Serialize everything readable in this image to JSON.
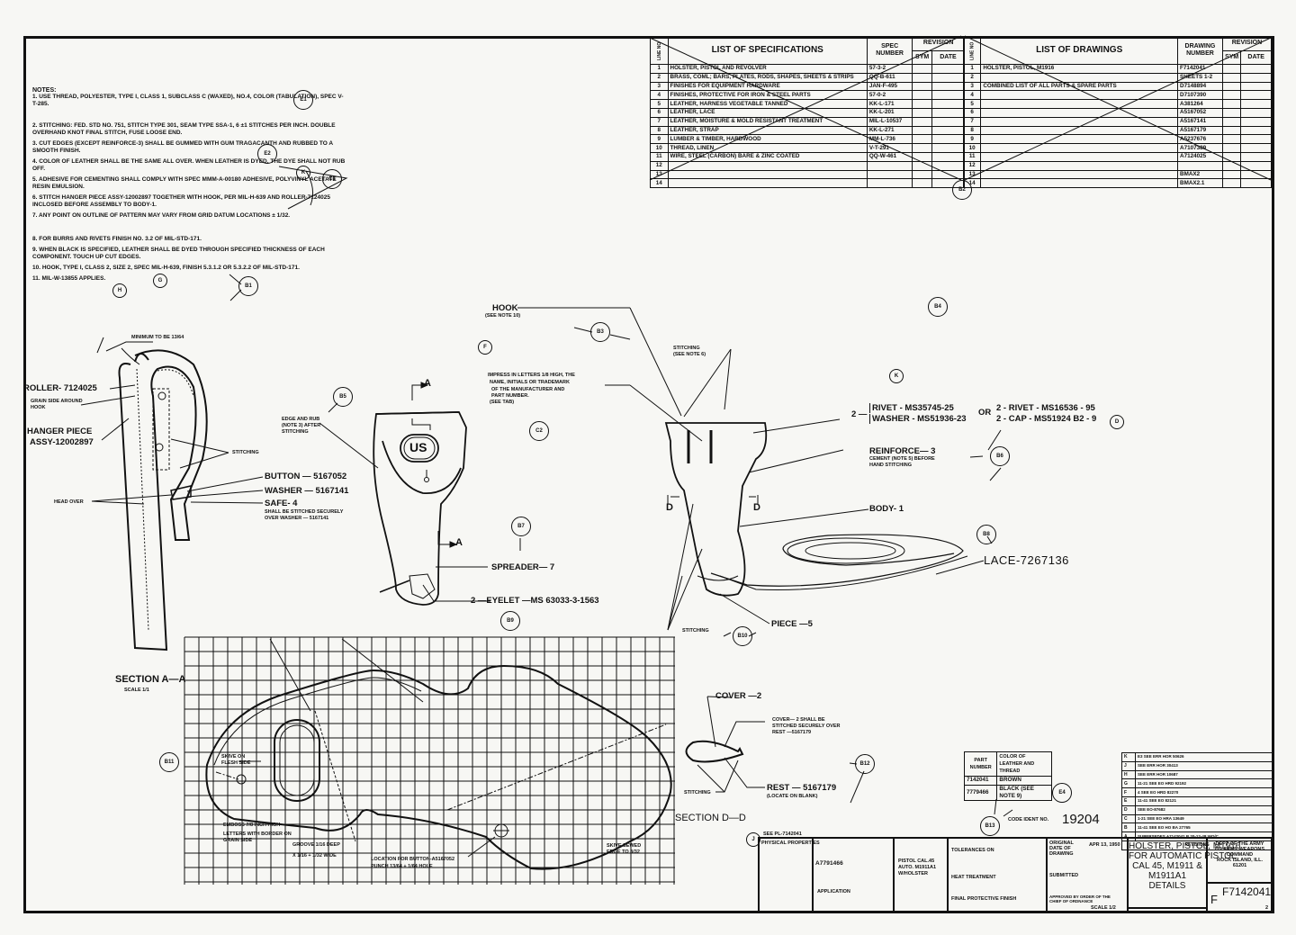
{
  "notes": {
    "heading": "NOTES:",
    "items": [
      {
        "num": "1.",
        "text": "USE THREAD, POLYESTER, TYPE I, CLASS 1, SUBCLASS C (WAXED), NO.4, COLOR (TABULATION), SPEC V-T-285."
      },
      {
        "num": "2.",
        "text": "STITCHING: FED. STD NO. 751, STITCH TYPE 301, SEAM TYPE SSa-1, 6 ±1 STITCHES PER INCH. DOUBLE OVERHAND KNOT FINAL STITCH, FUSE LOOSE END."
      },
      {
        "num": "3.",
        "text": "CUT EDGES (EXCEPT REINFORCE-3) SHALL BE GUMMED WITH GUM TRAGACANTH AND RUBBED TO A SMOOTH FINISH."
      },
      {
        "num": "4.",
        "text": "COLOR OF LEATHER SHALL BE THE SAME ALL OVER. WHEN LEATHER IS DYED, THE DYE SHALL NOT RUB OFF."
      },
      {
        "num": "5.",
        "text": "ADHESIVE FOR CEMENTING SHALL COMPLY WITH SPEC MMM-A-00180 ADHESIVE, POLYVINYL ACETATE RESIN EMULSION."
      },
      {
        "num": "6.",
        "text": "STITCH HANGER PIECE ASSY-12002897 TOGETHER WITH HOOK, PER MIL-H-639 AND ROLLER-7124025 INCLOSED BEFORE ASSEMBLY TO BODY-1."
      },
      {
        "num": "7.",
        "text": "ANY POINT ON OUTLINE OF PATTERN MAY VARY FROM GRID DATUM LOCATIONS ± 1/32."
      },
      {
        "num": "8.",
        "text": "FOR BURRS AND RIVETS FINISH NO. 3.2 OF MIL-STD-171."
      },
      {
        "num": "9.",
        "text": "WHEN BLACK IS SPECIFIED, LEATHER SHALL BE DYED THROUGH SPECIFIED THICKNESS OF EACH COMPONENT. TOUCH UP CUT EDGES."
      },
      {
        "num": "10.",
        "text": "HOOK, TYPE I, CLASS 2, SIZE 2, SPEC MIL-H-639, FINISH 5.3.1.2 OR 5.3.2.2 OF MIL-STD-171."
      },
      {
        "num": "11.",
        "text": "MIL-W-13855 APPLIES."
      }
    ]
  },
  "specifications": {
    "title": "LIST OF SPECIFICATIONS",
    "line_header": "LINE NO",
    "number_header": "SPEC NUMBER",
    "revision_header": "REVISION",
    "sym_header": "SYM",
    "date_header": "DATE",
    "rows": [
      {
        "line": "1",
        "name": "HOLSTER, PISTOL AND REVOLVER",
        "number": "57-3-2"
      },
      {
        "line": "2",
        "name": "BRASS, COML; BARS, PLATES, RODS, SHAPES, SHEETS & STRIPS",
        "number": "QQ-B-611"
      },
      {
        "line": "3",
        "name": "FINISHES FOR EQUIPMENT HARDWARE",
        "number": "JAN-F-495"
      },
      {
        "line": "4",
        "name": "FINISHES, PROTECTIVE FOR IRON & STEEL PARTS",
        "number": "57-0-2"
      },
      {
        "line": "5",
        "name": "LEATHER, HARNESS VEGETABLE TANNED",
        "number": "KK-L-171"
      },
      {
        "line": "6",
        "name": "LEATHER, LACE",
        "number": "KK-L-201"
      },
      {
        "line": "7",
        "name": "LEATHER, MOISTURE & MOLD RESISTANT TREATMENT",
        "number": "MIL-L-10537"
      },
      {
        "line": "8",
        "name": "LEATHER, STRAP",
        "number": "KK-L-271"
      },
      {
        "line": "9",
        "name": "LUMBER & TIMBER, HARDWOOD",
        "number": "MM-L-736"
      },
      {
        "line": "10",
        "name": "THREAD, LINEN",
        "number": "V-T-291"
      },
      {
        "line": "11",
        "name": "WIRE, STEEL (CARBON) BARE & ZINC COATED",
        "number": "QQ-W-461"
      },
      {
        "line": "12",
        "name": "",
        "number": ""
      },
      {
        "line": "13",
        "name": "",
        "number": ""
      },
      {
        "line": "14",
        "name": "",
        "number": ""
      }
    ]
  },
  "drawings": {
    "title": "LIST OF DRAWINGS",
    "line_header": "LINE NO",
    "number_header": "DRAWING NUMBER",
    "revision_header": "REVISION",
    "sym_header": "SYM",
    "date_header": "DATE",
    "rows": [
      {
        "line": "1",
        "name": "HOLSTER, PISTOL, M1916",
        "number": "F7142041"
      },
      {
        "line": "2",
        "name": "",
        "number": "SHEETS 1-2"
      },
      {
        "line": "3",
        "name": "COMBINED LIST OF ALL PARTS & SPARE PARTS",
        "number": "D7148894"
      },
      {
        "line": "4",
        "name": "",
        "number": "D7107390"
      },
      {
        "line": "5",
        "name": "",
        "number": "A381264"
      },
      {
        "line": "6",
        "name": "",
        "number": "A5167052"
      },
      {
        "line": "7",
        "name": "",
        "number": "A5167141"
      },
      {
        "line": "8",
        "name": "",
        "number": "A5167179"
      },
      {
        "line": "9",
        "name": "",
        "number": "A5237676"
      },
      {
        "line": "10",
        "name": "",
        "number": "A7107389"
      },
      {
        "line": "11",
        "name": "",
        "number": "A7124025"
      },
      {
        "line": "12",
        "name": "",
        "number": ""
      },
      {
        "line": "13",
        "name": "",
        "number": "BMAX2"
      },
      {
        "line": "14",
        "name": "",
        "number": "BMAX2.1"
      }
    ]
  },
  "callouts": {
    "minimum": "MINIMUM TO BE 13/64",
    "roller": "ROLLER- 7124025",
    "grain_side": "GRAIN SIDE AROUND HOOK",
    "hanger_piece_1": "HANGER PIECE",
    "hanger_piece_2": "ASSY-12002897",
    "stitching": "STITCHING",
    "head_over": "HEAD OVER",
    "button": "BUTTON — 5167052",
    "washer": "WASHER — 5167141",
    "safe": "SAFE- 4",
    "safe_note_1": "SHALL BE STITCHED SECURELY",
    "safe_note_2": "OVER WASHER — 5167141",
    "edge_rub_1": "EDGE AND RUB",
    "edge_rub_2": "(NOTE 3) AFTER",
    "edge_rub_3": "STITCHING",
    "section_a_marker": "A",
    "us_emblem": "US",
    "spreader": "SPREADER— 7",
    "eyelet": "2 —EYELET —MS 63033-3-1563",
    "hook": "HOOK",
    "hook_note": "(SEE NOTE 10)",
    "impress_1": "IMPRESS IN LETTERS 1/8 HIGH, THE",
    "impress_2": "NAME, INITIALS OR TRADEMARK",
    "impress_3": "OF THE MANUFACTURER AND",
    "impress_4": "PART NUMBER.",
    "impress_5": "(SEE TAB)",
    "stitching_see_1": "STITCHING",
    "stitching_see_2": "(SEE NOTE 6)",
    "rivet_qty": "2 —",
    "rivet": "RIVET - MS35745-25",
    "washer_ms": "WASHER - MS51936-23",
    "or": "OR",
    "rivet_alt": "2 - RIVET - MS16536 - 95",
    "cap_alt": "2 - CAP - MS51924 B2 - 9",
    "reinforce": "REINFORCE— 3",
    "reinforce_note_1": "CEMENT (NOTE 5) BEFORE",
    "reinforce_note_2": "HAND STITCHING",
    "section_d_marker": "D",
    "body": "BODY- 1",
    "lace": "LACE-7267136",
    "piece": "PIECE —5",
    "section_aa": "SECTION A—A",
    "scale": "SCALE 1/1",
    "skive_flesh_1": "SKIVE ON",
    "skive_flesh_2": "FLESH SIDE",
    "emboss_1": "EMBOSS 7/8 INCH HIGH",
    "emboss_2": "LETTERS WITH BORDER ON",
    "emboss_3": "GRAIN SIDE",
    "groove_1": "GROOVE 1/16 DEEP",
    "groove_2": "X 1/16 + 1/32 WIDE",
    "location_button_1": "LOCATION FOR BUTTON-A5167052",
    "location_button_2": "PUNCH 13/64 + 1/64 HOLE",
    "skive_sewed_1": "SKIVE SEWED",
    "skive_sewed_2": "EDGE TO 3/32",
    "cover": "COVER —2",
    "cover_note_1": "COVER— 2 SHALL BE",
    "cover_note_2": "STITCHED SECURELY OVER",
    "cover_note_3": "REST —5167179",
    "rest": "REST — 5167179",
    "rest_note": "(LOCATE ON BLANK)",
    "section_dd": "SECTION D—D",
    "see_pl": "SEE PL-7142041",
    "code_ident_label": "CODE IDENT NO.",
    "code_ident_value": "19204"
  },
  "zone_bubbles": [
    "E1",
    "E2",
    "K",
    "C1",
    "B1",
    "G",
    "H",
    "F",
    "B5",
    "C2",
    "B3",
    "B4",
    "K",
    "D",
    "B6",
    "B7",
    "B8",
    "B9",
    "B10",
    "B11",
    "B12",
    "B13",
    "E4",
    "J",
    "B2"
  ],
  "color_table": {
    "col1": "PART NUMBER",
    "col2": "COLOR OF LEATHER AND THREAD",
    "rows": [
      {
        "part": "7142041",
        "color": "BROWN"
      },
      {
        "part": "7779466",
        "color": "BLACK (SEE NOTE 9)"
      }
    ]
  },
  "revisions": [
    {
      "sym": "K",
      "desc": "E3 SEE ERR HOR 50626"
    },
    {
      "sym": "J",
      "desc": "SEE ERR HOR 30413"
    },
    {
      "sym": "H",
      "desc": "SEE ERR HOR 10687"
    },
    {
      "sym": "G",
      "desc": "11-21 SEE EO HRD 92192"
    },
    {
      "sym": "F",
      "desc": "4 SEE EO HRD 82270"
    },
    {
      "sym": "E",
      "desc": "11-41 SEE EO 82121"
    },
    {
      "sym": "D",
      "desc": "SEE EO-87682"
    },
    {
      "sym": "C",
      "desc": "1-21 SEE EO HRA 13649"
    },
    {
      "sym": "B",
      "desc": "11-41 SEE EO HO BA 27765"
    },
    {
      "sym": "A",
      "desc": "SUPERSEDES A7142041 B 20-12-48 WO/C"
    }
  ],
  "revisions_label": "REVISIONS",
  "title_block": {
    "physical_properties": "PHYSICAL PROPERTIES",
    "next_assy": "A7791466",
    "used_on": "PISTOL CAL.45 AUTO. M1911A1 W/HOLSTER",
    "application": "APPLICATION",
    "tolerances": "TOLERANCES ON",
    "heat_treatment": "HEAT TREATMENT",
    "final_finish": "FINAL PROTECTIVE FINISH",
    "original_date_label": "ORIGINAL DATE OF DRAWING",
    "original_date": "APR 13, 1950",
    "submitted": "SUBMITTED",
    "approved": "APPROVED BY ORDER OF THE CHIEF OF ORDNANCE",
    "title_1": "HOLSTER, PISTOL, M1916",
    "title_2": "FOR AUTOMATIC PISTOL",
    "title_3": "CAL 45, M1911 &",
    "title_4": "M1911A1",
    "title_5": "DETAILS",
    "agency_1": "DEPT OF THE ARMY",
    "agency_2": "US ARMY WEAPONS",
    "agency_3": "COMMAND",
    "agency_4": "ROCK ISLAND, ILL.",
    "agency_5": "61201",
    "size": "F",
    "drawing_number": "F7142041",
    "scale": "SCALE 1/2",
    "sheet": "2"
  }
}
